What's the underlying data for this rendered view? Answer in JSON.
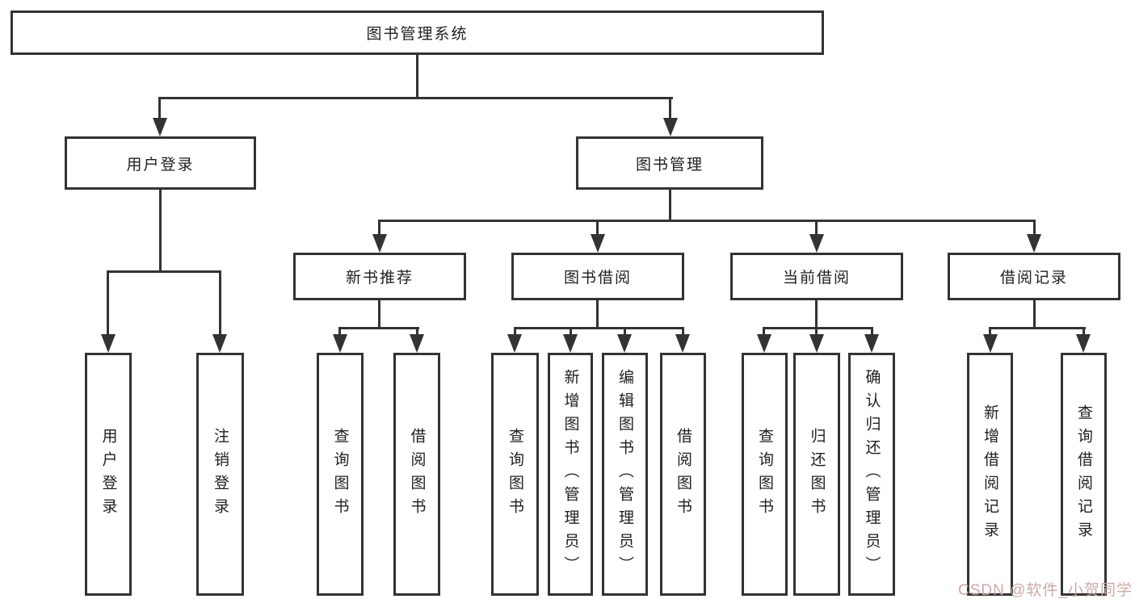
{
  "diagram_title": "图书管理系统",
  "tree": {
    "root": {
      "label": "图书管理系统",
      "children": [
        {
          "label": "用户登录",
          "children": [
            {
              "label": "用户登录"
            },
            {
              "label": "注销登录"
            }
          ]
        },
        {
          "label": "图书管理",
          "children": [
            {
              "label": "新书推荐",
              "children": [
                {
                  "label": "查询图书"
                },
                {
                  "label": "借阅图书"
                }
              ]
            },
            {
              "label": "图书借阅",
              "children": [
                {
                  "label": "查询图书"
                },
                {
                  "label": "新增图书（管理员）"
                },
                {
                  "label": "编辑图书（管理员）"
                },
                {
                  "label": "借阅图书"
                }
              ]
            },
            {
              "label": "当前借阅",
              "children": [
                {
                  "label": "查询图书"
                },
                {
                  "label": "归还图书"
                },
                {
                  "label": "确认归还（管理员）"
                }
              ]
            },
            {
              "label": "借阅记录",
              "children": [
                {
                  "label": "新增借阅记录"
                },
                {
                  "label": "查询借阅记录"
                }
              ]
            }
          ]
        }
      ]
    }
  },
  "watermark": {
    "text": "CSDN @软件_小贺同学"
  },
  "colors": {
    "line": "#333333",
    "box_border": "#333333",
    "text": "#1f1f1f",
    "background": "#ffffff",
    "watermark": "#cfa7a7"
  }
}
